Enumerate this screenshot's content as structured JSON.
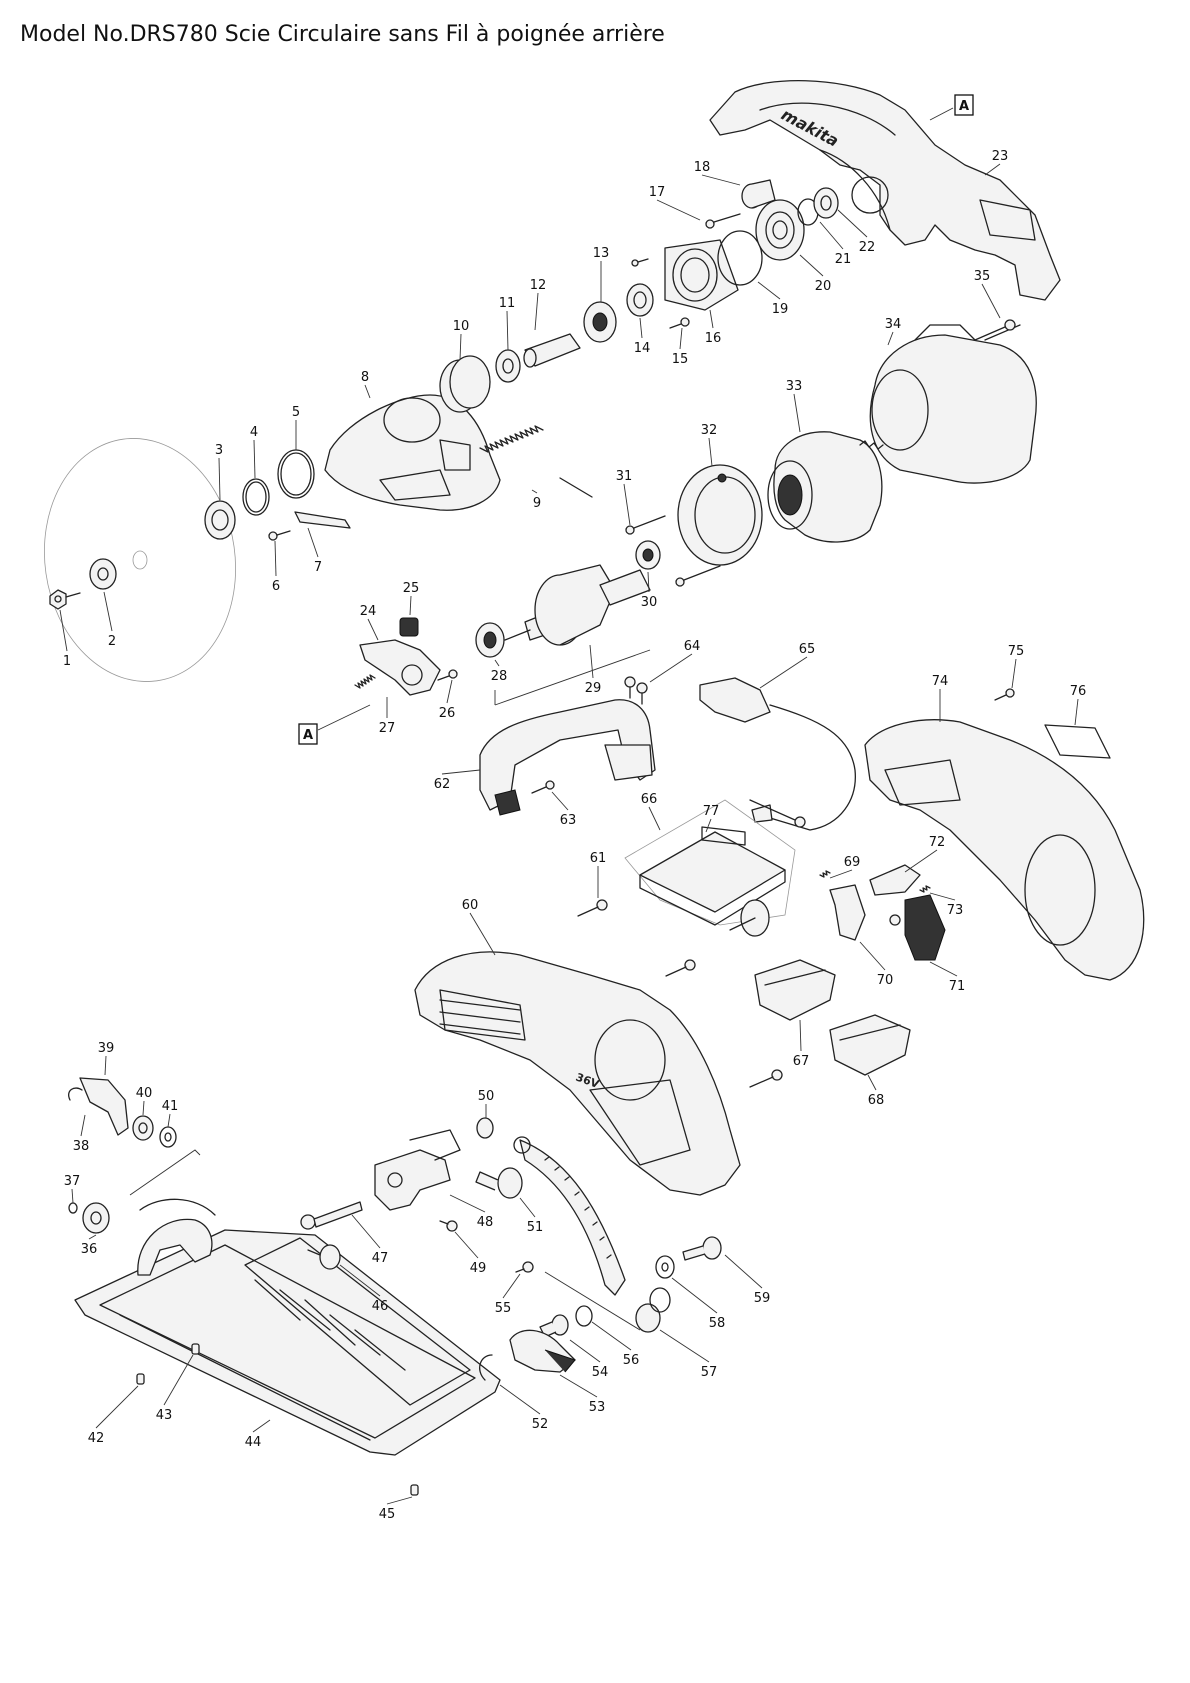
{
  "title": "Model No.DRS780 Scie Circulaire sans Fil à poignée arrière",
  "reference_marks": [
    "A",
    "A"
  ],
  "brand_text": "makita",
  "voltage_text": "36V",
  "parts": [
    {
      "no": "1"
    },
    {
      "no": "2"
    },
    {
      "no": "3"
    },
    {
      "no": "4"
    },
    {
      "no": "5"
    },
    {
      "no": "6"
    },
    {
      "no": "7"
    },
    {
      "no": "8"
    },
    {
      "no": "9"
    },
    {
      "no": "10"
    },
    {
      "no": "11"
    },
    {
      "no": "12"
    },
    {
      "no": "13"
    },
    {
      "no": "14"
    },
    {
      "no": "15"
    },
    {
      "no": "16"
    },
    {
      "no": "17"
    },
    {
      "no": "18"
    },
    {
      "no": "19"
    },
    {
      "no": "20"
    },
    {
      "no": "21"
    },
    {
      "no": "22"
    },
    {
      "no": "23"
    },
    {
      "no": "24"
    },
    {
      "no": "25"
    },
    {
      "no": "26"
    },
    {
      "no": "27"
    },
    {
      "no": "28"
    },
    {
      "no": "29"
    },
    {
      "no": "30"
    },
    {
      "no": "31"
    },
    {
      "no": "32"
    },
    {
      "no": "33"
    },
    {
      "no": "34"
    },
    {
      "no": "35"
    },
    {
      "no": "36"
    },
    {
      "no": "37"
    },
    {
      "no": "38"
    },
    {
      "no": "39"
    },
    {
      "no": "40"
    },
    {
      "no": "41"
    },
    {
      "no": "42"
    },
    {
      "no": "43"
    },
    {
      "no": "44"
    },
    {
      "no": "45"
    },
    {
      "no": "46"
    },
    {
      "no": "47"
    },
    {
      "no": "48"
    },
    {
      "no": "49"
    },
    {
      "no": "50"
    },
    {
      "no": "51"
    },
    {
      "no": "52"
    },
    {
      "no": "53"
    },
    {
      "no": "54"
    },
    {
      "no": "55"
    },
    {
      "no": "56"
    },
    {
      "no": "57"
    },
    {
      "no": "58"
    },
    {
      "no": "59"
    },
    {
      "no": "60"
    },
    {
      "no": "61"
    },
    {
      "no": "62"
    },
    {
      "no": "63"
    },
    {
      "no": "64"
    },
    {
      "no": "65"
    },
    {
      "no": "66"
    },
    {
      "no": "67"
    },
    {
      "no": "68"
    },
    {
      "no": "69"
    },
    {
      "no": "70"
    },
    {
      "no": "71"
    },
    {
      "no": "72"
    },
    {
      "no": "73"
    },
    {
      "no": "74"
    },
    {
      "no": "75"
    },
    {
      "no": "76"
    },
    {
      "no": "77"
    }
  ]
}
